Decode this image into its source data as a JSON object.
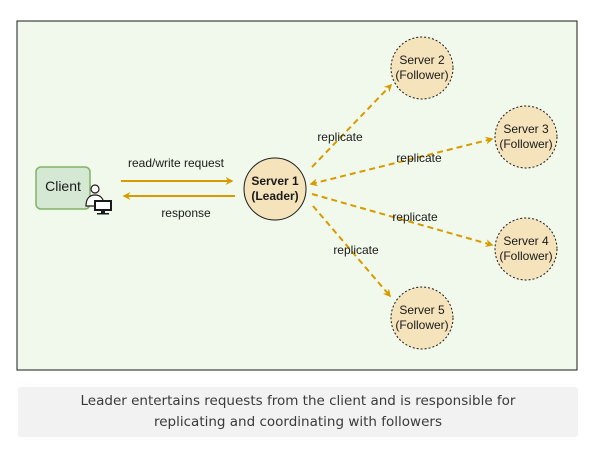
{
  "diagram": {
    "client": {
      "label": "Client"
    },
    "leader": {
      "line1": "Server 1",
      "line2": "(Leader)"
    },
    "followers": [
      {
        "line1": "Server 2",
        "line2": "(Follower)"
      },
      {
        "line1": "Server 3",
        "line2": "(Follower)"
      },
      {
        "line1": "Server 4",
        "line2": "(Follower)"
      },
      {
        "line1": "Server 5",
        "line2": "(Follower)"
      }
    ],
    "edges": {
      "request": "read/write request",
      "response": "response",
      "replicate_labels": [
        "replicate",
        "replicate",
        "replicate",
        "replicate"
      ]
    },
    "colors": {
      "background": "#f0f9eb",
      "arrow": "#d79b00",
      "node_fill": "#f5e3bb",
      "client_fill": "#d5e8d4",
      "client_border": "#82b366"
    },
    "icons": [
      "user-icon",
      "monitor-icon"
    ]
  },
  "caption": {
    "text": "Leader entertains requests from the client and is responsible for replicating and coordinating with followers"
  }
}
